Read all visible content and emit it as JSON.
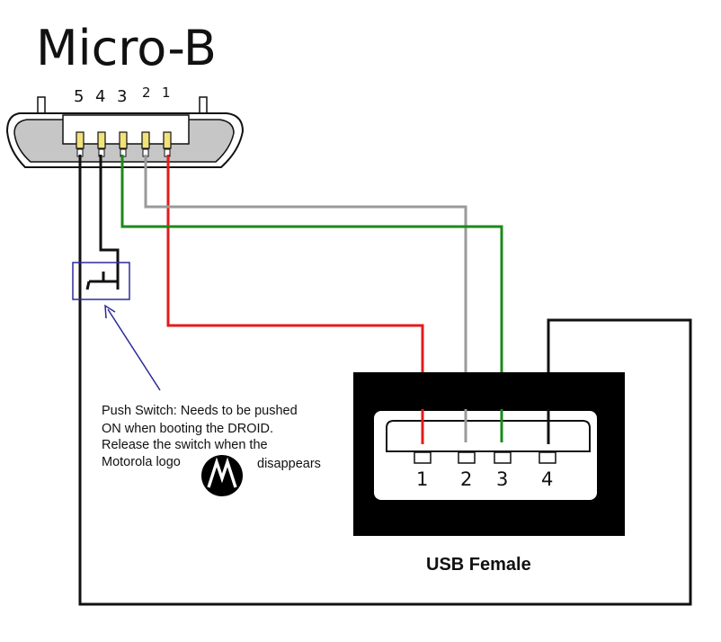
{
  "title": "Micro-B",
  "micro_b_pins": [
    "5",
    "4",
    "3",
    "2",
    "1"
  ],
  "usb_pins": [
    "1",
    "2",
    "3",
    "4"
  ],
  "switch_note": [
    "Push Switch: Needs to be pushed",
    "ON when booting the DROID.",
    "Release the switch when the",
    "Motorola logo",
    "disappears"
  ],
  "usb_female_label": "USB Female",
  "icons": {
    "logo": "motorola-logo-icon",
    "switch": "push-switch-icon",
    "arrow": "arrow-icon"
  },
  "colors": {
    "red_wire": "#e31b1b",
    "gray_wire": "#9a9a9a",
    "green_wire": "#1a8a1a",
    "black_wire": "#111111",
    "switch_box": "#2b2b9a",
    "pin_gold": "#f2e27a"
  }
}
